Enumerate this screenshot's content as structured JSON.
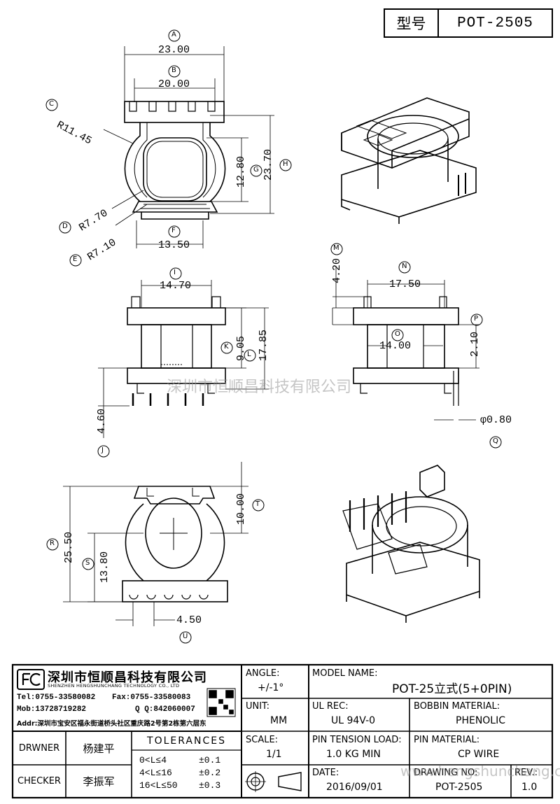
{
  "header": {
    "type_label": "型号",
    "model_code": "POT-2505"
  },
  "dimension_labels": {
    "top_view": [
      {
        "marker": "A",
        "value": "23.00"
      },
      {
        "marker": "B",
        "value": "20.00"
      },
      {
        "marker": "C",
        "value": "R11.45"
      },
      {
        "marker": "D",
        "value": "R7.70"
      },
      {
        "marker": "E",
        "value": "R7.10"
      },
      {
        "marker": "F",
        "value": "13.50"
      },
      {
        "marker": "G",
        "value": "12.80"
      },
      {
        "marker": "H",
        "value": "23.70"
      }
    ],
    "front_view": [
      {
        "marker": "I",
        "value": "14.70"
      },
      {
        "marker": "J",
        "value": "4.60"
      },
      {
        "marker": "K",
        "value": "9.05"
      },
      {
        "marker": "L",
        "value": "17.85"
      }
    ],
    "side_view": [
      {
        "marker": "M",
        "value": "4.20"
      },
      {
        "marker": "N",
        "value": "17.50"
      },
      {
        "marker": "O",
        "value": "14.00"
      },
      {
        "marker": "P",
        "value": "2.10"
      },
      {
        "marker": "Q",
        "value": "φ0.80"
      }
    ],
    "bottom_view": [
      {
        "marker": "R",
        "value": "25.50"
      },
      {
        "marker": "S",
        "value": "13.80"
      },
      {
        "marker": "T",
        "value": "10.00"
      },
      {
        "marker": "U",
        "value": "4.50"
      }
    ]
  },
  "watermark_center": "深圳市恒顺昌科技有限公司",
  "watermark_corner": "www.hengshunchang.com",
  "company": {
    "name_cn": "深圳市恒顺昌科技有限公司",
    "name_en": "SHENZHEN HENGSHUNCHANG TECHNOLOGY CO., LTD",
    "tel": "Tel:0755-33580082",
    "fax": "Fax:0755-33580083",
    "mob": "Mob:13728719282",
    "qq": "Q  Q:842060007",
    "addr": "Addr:深圳市宝安区福永街道桥头社区重庆路2号第2栋第六层东"
  },
  "title_block": {
    "angle_label": "ANGLE:",
    "angle_value": "+/-1°",
    "model_name_label": "MODEL NAME:",
    "model_name_value": "POT-25立式(5+0PIN)",
    "unit_label": "UNIT:",
    "unit_value": "MM",
    "ul_rec_label": "UL REC:",
    "ul_rec_value": "UL 94V-0",
    "bobbin_material_label": "BOBBIN MATERIAL:",
    "bobbin_material_value": "PHENOLIC",
    "drawer_label": "DRWNER",
    "drawer_value": "杨建平",
    "tolerances_label": "TOLERANCES",
    "tol_rows": [
      {
        "range": "0<L≤4",
        "tol": "±0.1"
      },
      {
        "range": "4<L≤16",
        "tol": "±0.2"
      },
      {
        "range": "16<L≤50",
        "tol": "±0.3"
      }
    ],
    "scale_label": "SCALE:",
    "scale_value": "1/1",
    "pin_tension_label": "PIN TENSION LOAD:",
    "pin_tension_value": "1.0 KG MIN",
    "pin_material_label": "PIN MATERIAL:",
    "pin_material_value": "CP WIRE",
    "checker_label": "CHECKER",
    "checker_value": "李振军",
    "date_label": "DATE:",
    "date_value": "2016/09/01",
    "drawing_no_label": "DRAWING NO:",
    "drawing_no_value": "POT-2505",
    "rev_label": "REV.:",
    "rev_value": "1.0"
  }
}
